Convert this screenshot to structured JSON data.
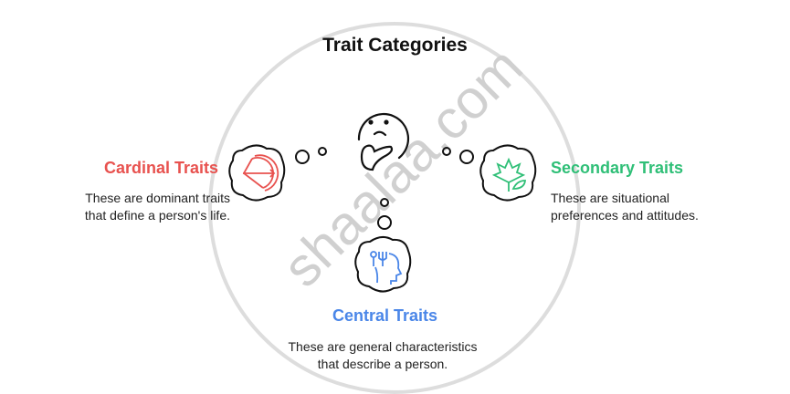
{
  "title": "Trait Categories",
  "watermark": "shaalaa.com",
  "colors": {
    "cardinal": "#e8524f",
    "secondary": "#2fbf77",
    "central": "#4a86e8"
  },
  "nodes": {
    "cardinal": {
      "label": "Cardinal Traits",
      "desc1": "These are dominant traits",
      "desc2": "that define a person's life.",
      "icon": "bow-arrow-icon"
    },
    "secondary": {
      "label": "Secondary Traits",
      "desc1": "These are situational",
      "desc2": "preferences and attitudes.",
      "icon": "leaf-icon"
    },
    "central": {
      "label": "Central Traits",
      "desc1": "These are general characteristics",
      "desc2": "that describe a person.",
      "icon": "head-fork-icon"
    }
  }
}
